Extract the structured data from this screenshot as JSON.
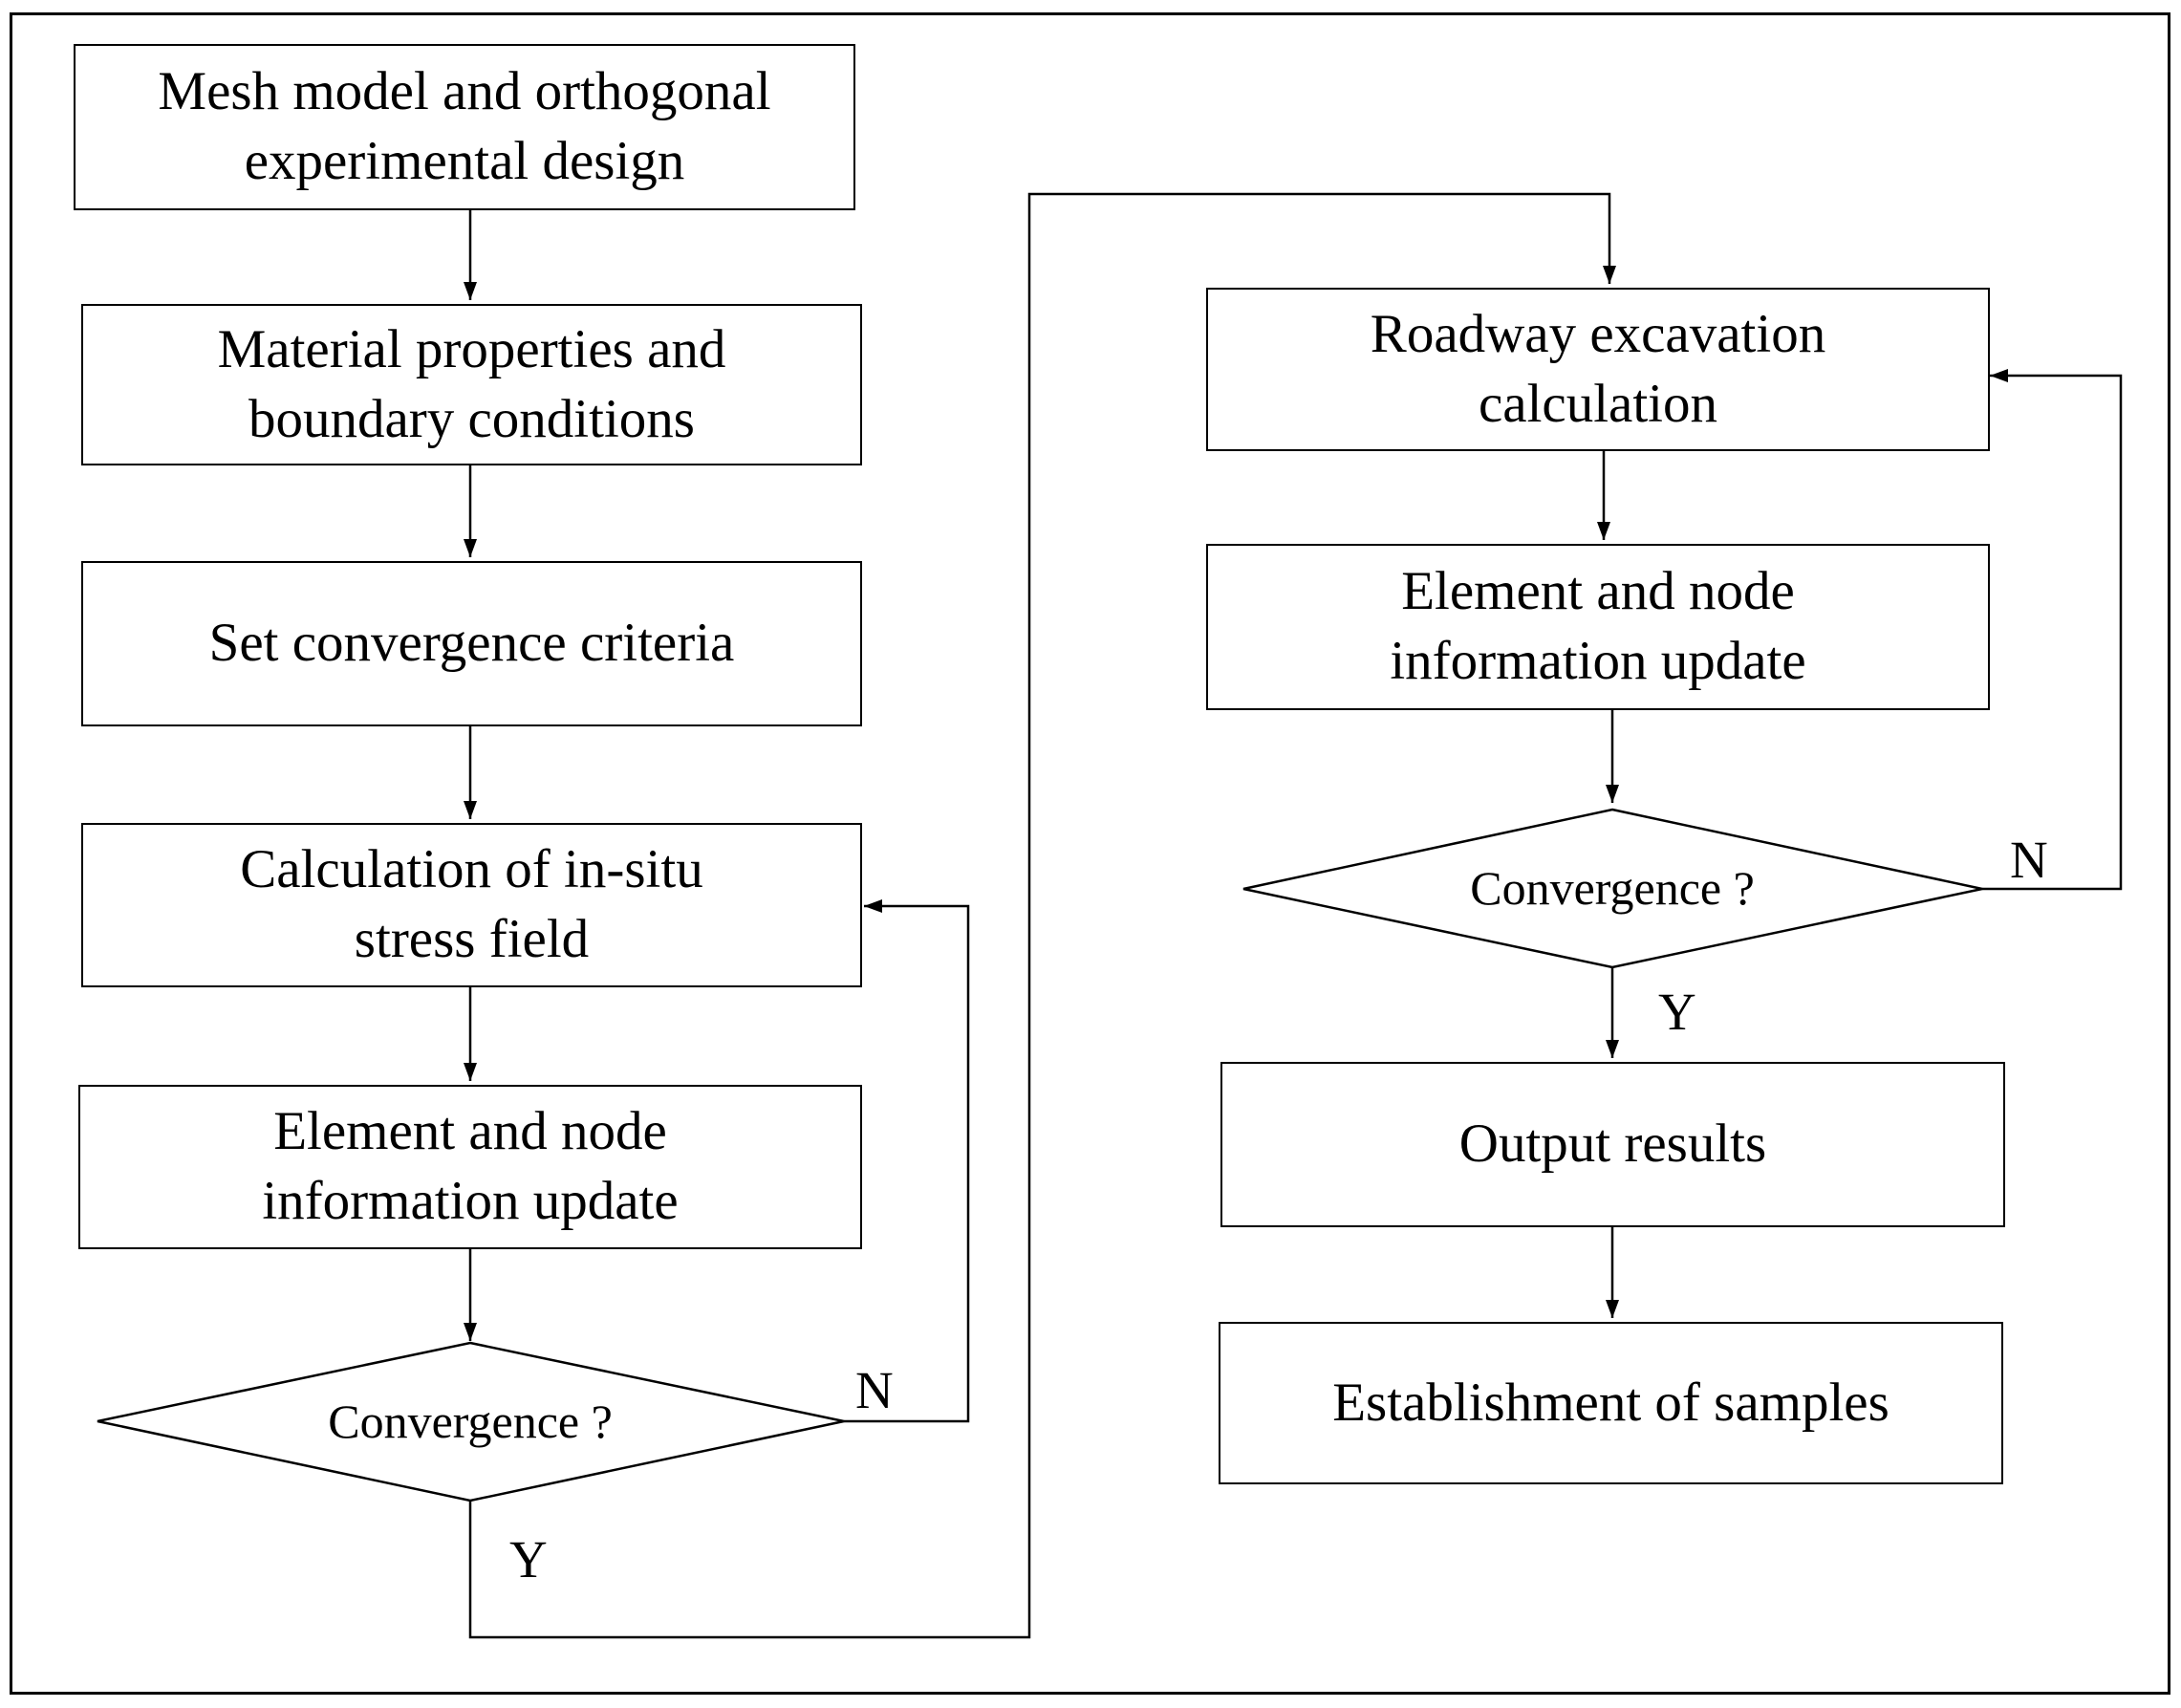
{
  "flowchart": {
    "left_column": {
      "mesh_model": "Mesh model and orthogonal\nexperimental design",
      "material_properties": "Material properties and\nboundary conditions",
      "set_convergence": "Set convergence criteria",
      "insitu_stress": "Calculation of in-situ\nstress field",
      "element_update": "Element and node\ninformation update",
      "decision": "Convergence ?",
      "no_label": "N",
      "yes_label": "Y"
    },
    "right_column": {
      "roadway_excavation": "Roadway excavation\ncalculation",
      "element_update": "Element and node\ninformation update",
      "decision": "Convergence ?",
      "no_label": "N",
      "yes_label": "Y",
      "output_results": "Output results",
      "establishment": "Establishment of samples"
    }
  }
}
